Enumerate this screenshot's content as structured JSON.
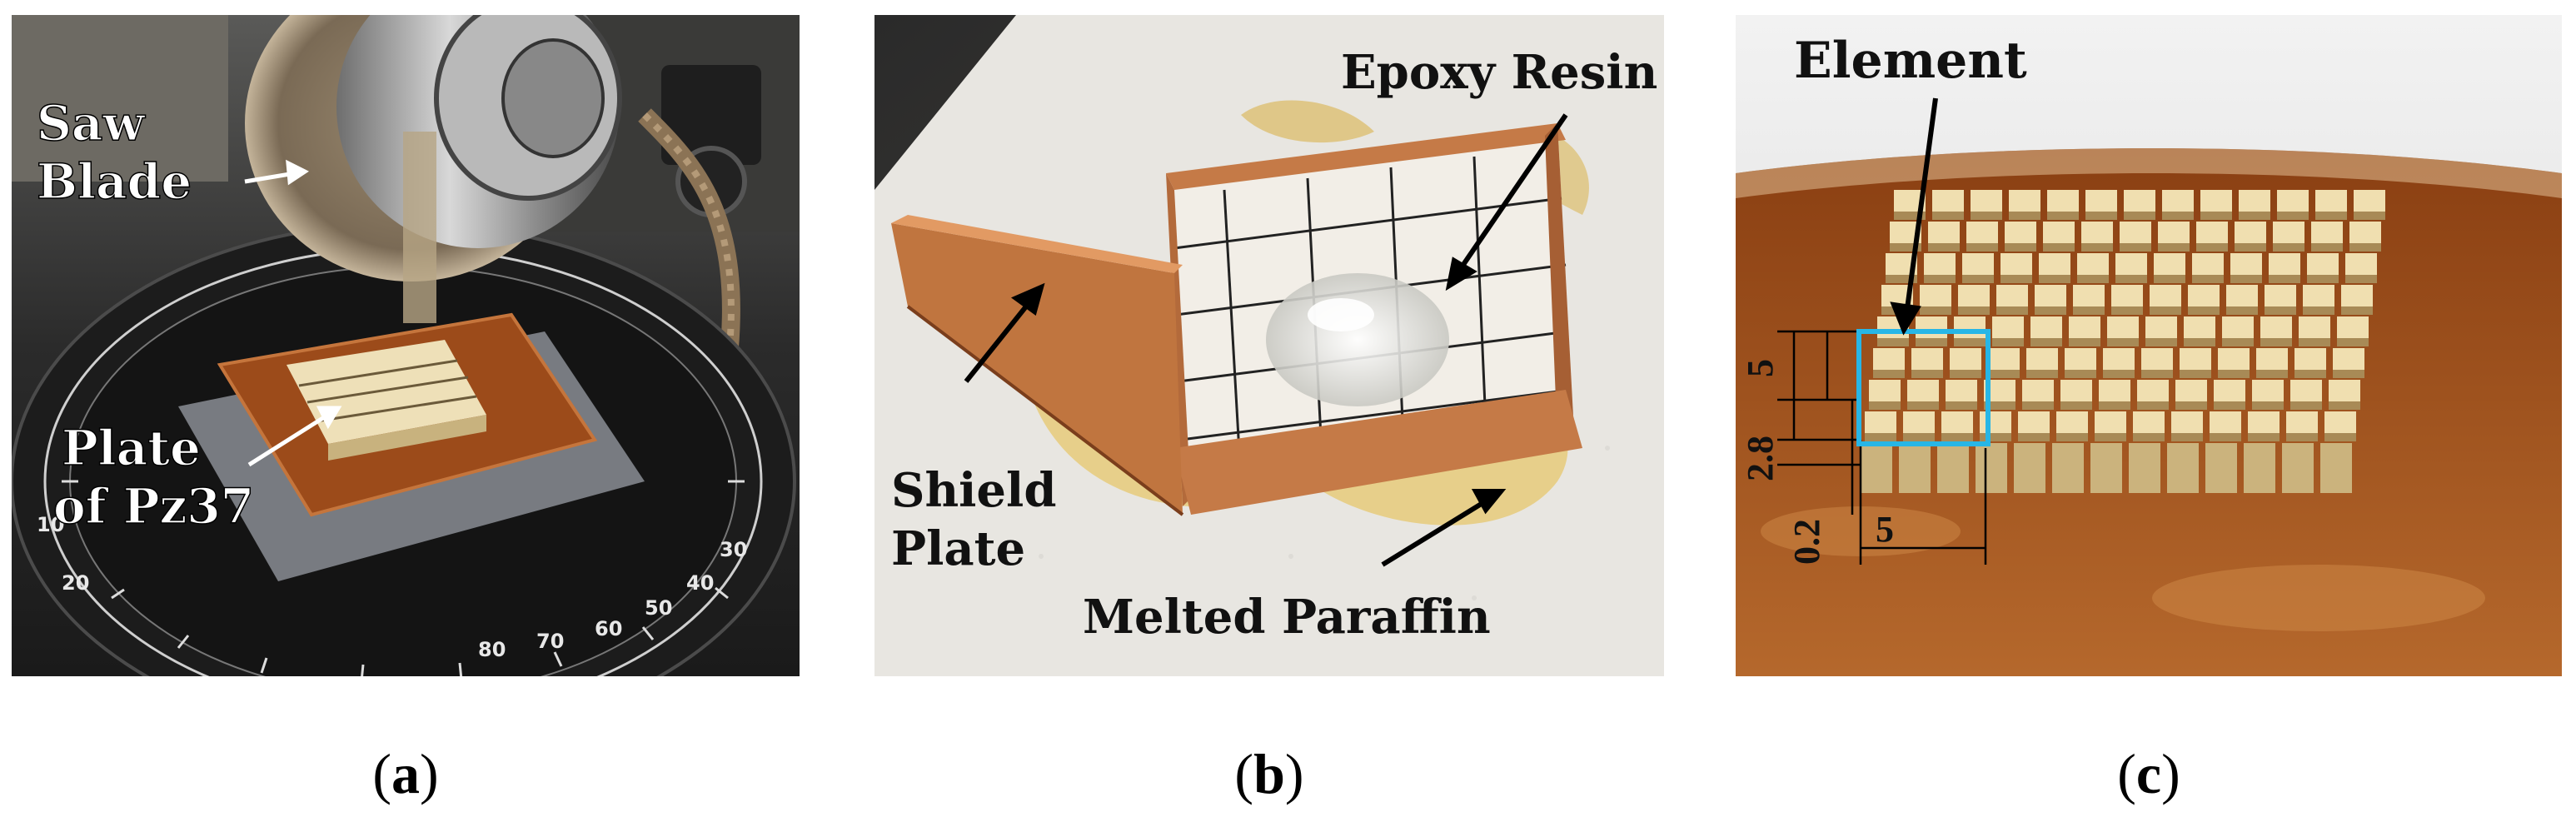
{
  "figure": {
    "panels": [
      {
        "caption_letter": "a",
        "labels": {
          "saw_blade_line1": "Saw",
          "saw_blade_line2": "Blade",
          "plate_line1": "Plate",
          "plate_line2": "of Pz37"
        },
        "dial_numbers": [
          "80",
          "70",
          "60",
          "50",
          "40",
          "30",
          "20",
          "10"
        ]
      },
      {
        "caption_letter": "b",
        "labels": {
          "epoxy": "Epoxy Resin",
          "shield_line1": "Shield",
          "shield_line2": "Plate",
          "paraffin": "Melted Paraffin"
        }
      },
      {
        "caption_letter": "c",
        "labels": {
          "element": "Element"
        },
        "dimensions": {
          "height_5": "5",
          "height_2_8": "2.8",
          "gap_0_2": "0.2",
          "width_5": "5"
        },
        "highlight_color": "#27b6e6"
      }
    ]
  }
}
